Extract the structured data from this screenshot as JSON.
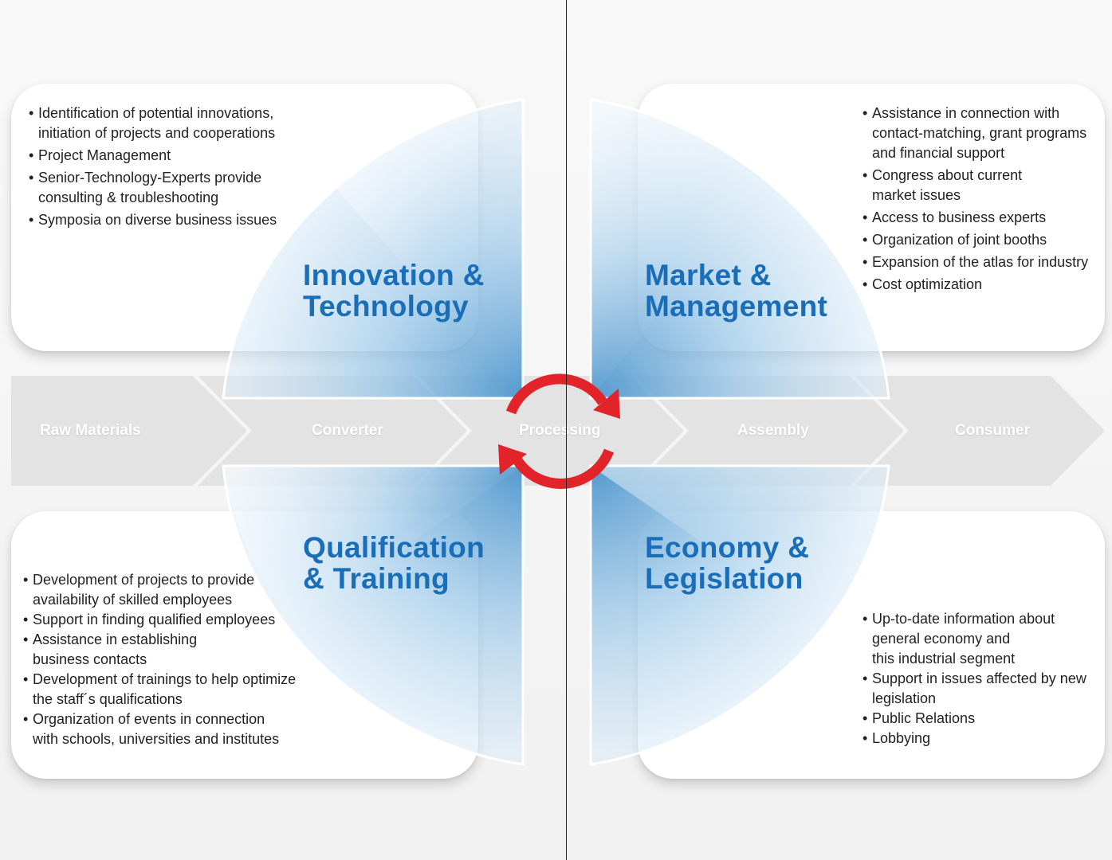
{
  "value_chain": {
    "stages": [
      "Raw Materials",
      "Converter",
      "Processing",
      "Assembly",
      "Consumer"
    ]
  },
  "quadrants": {
    "innovation": {
      "title_line1": "Innovation &",
      "title_line2": "Technology",
      "items": [
        {
          "l1": "Identification of potential innovations,",
          "l2": "initiation of projects and cooperations"
        },
        {
          "l1": "Project Management",
          "l2": ""
        },
        {
          "l1": "Senior-Technology-Experts provide",
          "l2": "consulting & troubleshooting"
        },
        {
          "l1": "Symposia on diverse business issues",
          "l2": ""
        }
      ]
    },
    "market": {
      "title_line1": "Market &",
      "title_line2": "Management",
      "items": [
        {
          "l1": "Assistance in connection with",
          "l2": "contact-matching, grant programs",
          "l3": "and financial support"
        },
        {
          "l1": "Congress about current",
          "l2": "market issues",
          "l3": ""
        },
        {
          "l1": "Access to business experts",
          "l2": "",
          "l3": ""
        },
        {
          "l1": "Organization of joint booths",
          "l2": "",
          "l3": ""
        },
        {
          "l1": "Expansion of the atlas for industry",
          "l2": "",
          "l3": ""
        },
        {
          "l1": "Cost optimization",
          "l2": "",
          "l3": ""
        }
      ]
    },
    "qualification": {
      "title_line1": "Qualification",
      "title_line2": "& Training",
      "items": [
        {
          "l1": "Development of projects to provide",
          "l2": "availability of skilled employees"
        },
        {
          "l1": "Support in finding qualified employees",
          "l2": ""
        },
        {
          "l1": "Assistance in establishing",
          "l2": "business contacts"
        },
        {
          "l1": "Development of trainings to help optimize",
          "l2": "the staff´s qualifications"
        },
        {
          "l1": "Organization of events in connection",
          "l2": "with schools, universities and institutes"
        }
      ]
    },
    "economy": {
      "title_line1": "Economy &",
      "title_line2": "Legislation",
      "items": [
        {
          "l1": "Up-to-date information about",
          "l2": "general economy and",
          "l3": "this industrial segment"
        },
        {
          "l1": "Support in issues affected by new",
          "l2": "legislation",
          "l3": ""
        },
        {
          "l1": "Public Relations",
          "l2": "",
          "l3": ""
        },
        {
          "l1": "Lobbying",
          "l2": "",
          "l3": ""
        }
      ]
    }
  },
  "colors": {
    "title_blue": "#1a6db7",
    "cycle_red": "#e2232a",
    "chevron_gray": "#e3e3e3",
    "card_white": "#ffffff"
  },
  "icons": [
    "cycle-arrows-icon"
  ]
}
